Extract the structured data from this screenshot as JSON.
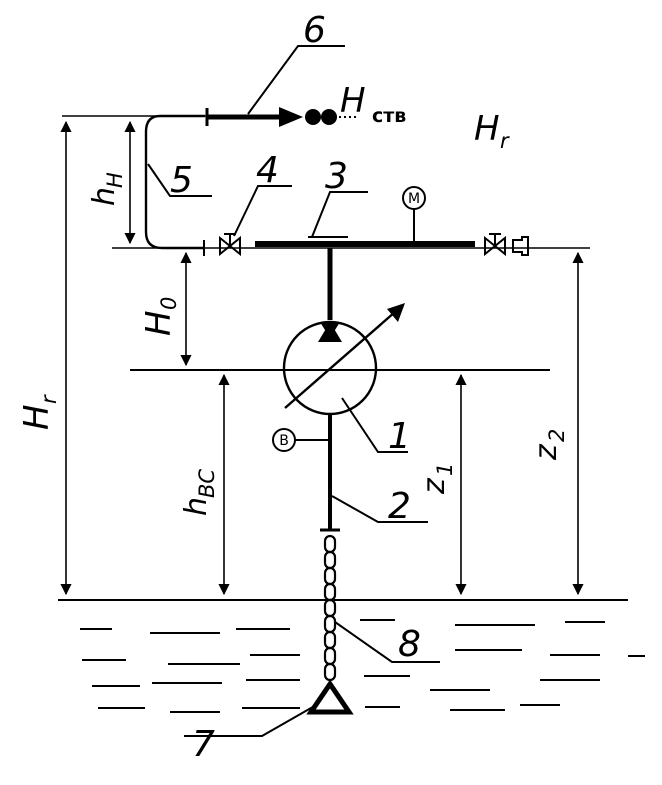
{
  "labels": {
    "n1": "1",
    "n2": "2",
    "n3": "3",
    "n4": "4",
    "n5": "5",
    "n6": "6",
    "n7": "7",
    "n8": "8",
    "H_stv_main": "H",
    "H_stv_sub": "ств",
    "Hr_top_main": "H",
    "Hr_top_sub": "r",
    "Hr_left_main": "H",
    "Hr_left_sub": "r",
    "hn_main": "h",
    "hn_sub": "H",
    "H0_main": "H",
    "H0_sub": "0",
    "hbc_main": "h",
    "hbc_sub": "BC",
    "z1_main": "z",
    "z1_sub": "1",
    "z2_main": "z",
    "z2_sub": "2",
    "gauge_m": "M",
    "gauge_b": "B"
  }
}
